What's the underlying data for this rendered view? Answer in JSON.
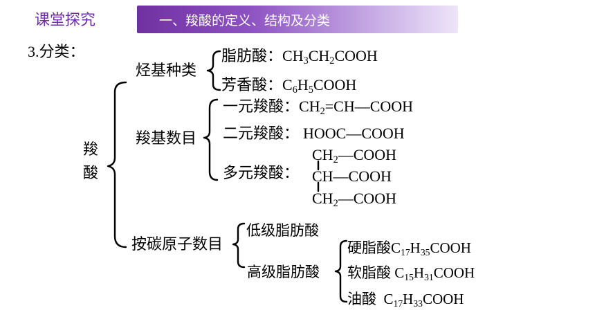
{
  "header": {
    "label": "课堂探究",
    "banner": "一、羧酸的定义、结构及分类",
    "accent": "#7030a0"
  },
  "section_label": "3.分类：",
  "root_label": [
    "羧",
    "酸"
  ],
  "groups": {
    "hydrocarbon": {
      "label": "烃基种类",
      "items": [
        {
          "name": "脂肪酸：",
          "formula": [
            "CH",
            "3",
            "CH",
            "2",
            "COOH"
          ]
        },
        {
          "name": "芳香酸：",
          "formula": [
            "C",
            "6",
            "H",
            "5",
            "COOH"
          ]
        }
      ]
    },
    "carboxyl": {
      "label": "羧基数目",
      "items": [
        {
          "name": "一元羧酸：",
          "formula": [
            "CH",
            "2",
            "=CH—COOH"
          ]
        },
        {
          "name": "二元羧酸：",
          "formula": [
            "HOOC—COOH"
          ]
        },
        {
          "name": "多元羧酸：",
          "formula_rows": [
            [
              "CH",
              "2",
              "—COOH"
            ],
            [
              "CH—COOH"
            ],
            [
              "CH",
              "2",
              "—COOH"
            ]
          ]
        }
      ]
    },
    "carbon": {
      "label": "按碳原子数目",
      "items": [
        {
          "name": "低级脂肪酸"
        },
        {
          "name": "高级脂肪酸",
          "sub_items": [
            {
              "name": "硬脂酸",
              "formula": [
                "C",
                "17",
                "H",
                "35",
                "COOH"
              ]
            },
            {
              "name": "软脂酸",
              "formula": [
                " C",
                "15",
                "H",
                "31",
                "COOH"
              ]
            },
            {
              "name": "油酸",
              "formula": [
                "  C",
                "17",
                "H",
                "33",
                "COOH"
              ]
            }
          ]
        }
      ]
    }
  }
}
